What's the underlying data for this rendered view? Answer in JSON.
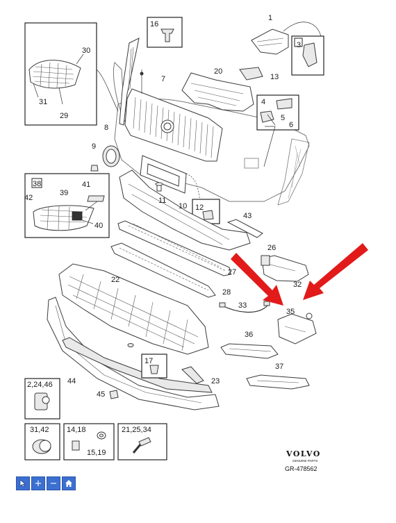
{
  "callouts": {
    "c1": "1",
    "c3": "3",
    "c4": "4",
    "c5": "5",
    "c6": "6",
    "c7": "7",
    "c8": "8",
    "c9": "9",
    "c10": "10",
    "c11": "11",
    "c12": "12",
    "c13": "13",
    "c16": "16",
    "c17": "17",
    "c20": "20",
    "c22": "22",
    "c23": "23",
    "c26": "26",
    "c27": "27",
    "c28": "28",
    "c29": "29",
    "c30": "30",
    "c31": "31",
    "c32": "32",
    "c33": "33",
    "c35": "35",
    "c36": "36",
    "c37": "37",
    "c38": "38",
    "c39": "39",
    "c40": "40",
    "c41": "41",
    "c42": "42",
    "c43": "43",
    "c44": "44",
    "c45": "45"
  },
  "fastener_boxes": {
    "b1": "2,24,46",
    "b2": "31,42",
    "b3": "14,18",
    "b3b": "15,19",
    "b4": "21,25,34"
  },
  "brand": {
    "name": "VOLVO",
    "subtitle": "GENUINE PARTS",
    "reference": "GR-478562"
  },
  "toolbar": [
    {
      "name": "pointer-tool-button",
      "icon": "cursor-icon"
    },
    {
      "name": "zoom-in-button",
      "icon": "plus-icon",
      "glyph": "+"
    },
    {
      "name": "zoom-out-button",
      "icon": "minus-icon",
      "glyph": "−"
    },
    {
      "name": "home-button",
      "icon": "home-icon"
    }
  ],
  "colors": {
    "arrow": "#e21a1a",
    "toolbar": "#3b6fd1"
  }
}
